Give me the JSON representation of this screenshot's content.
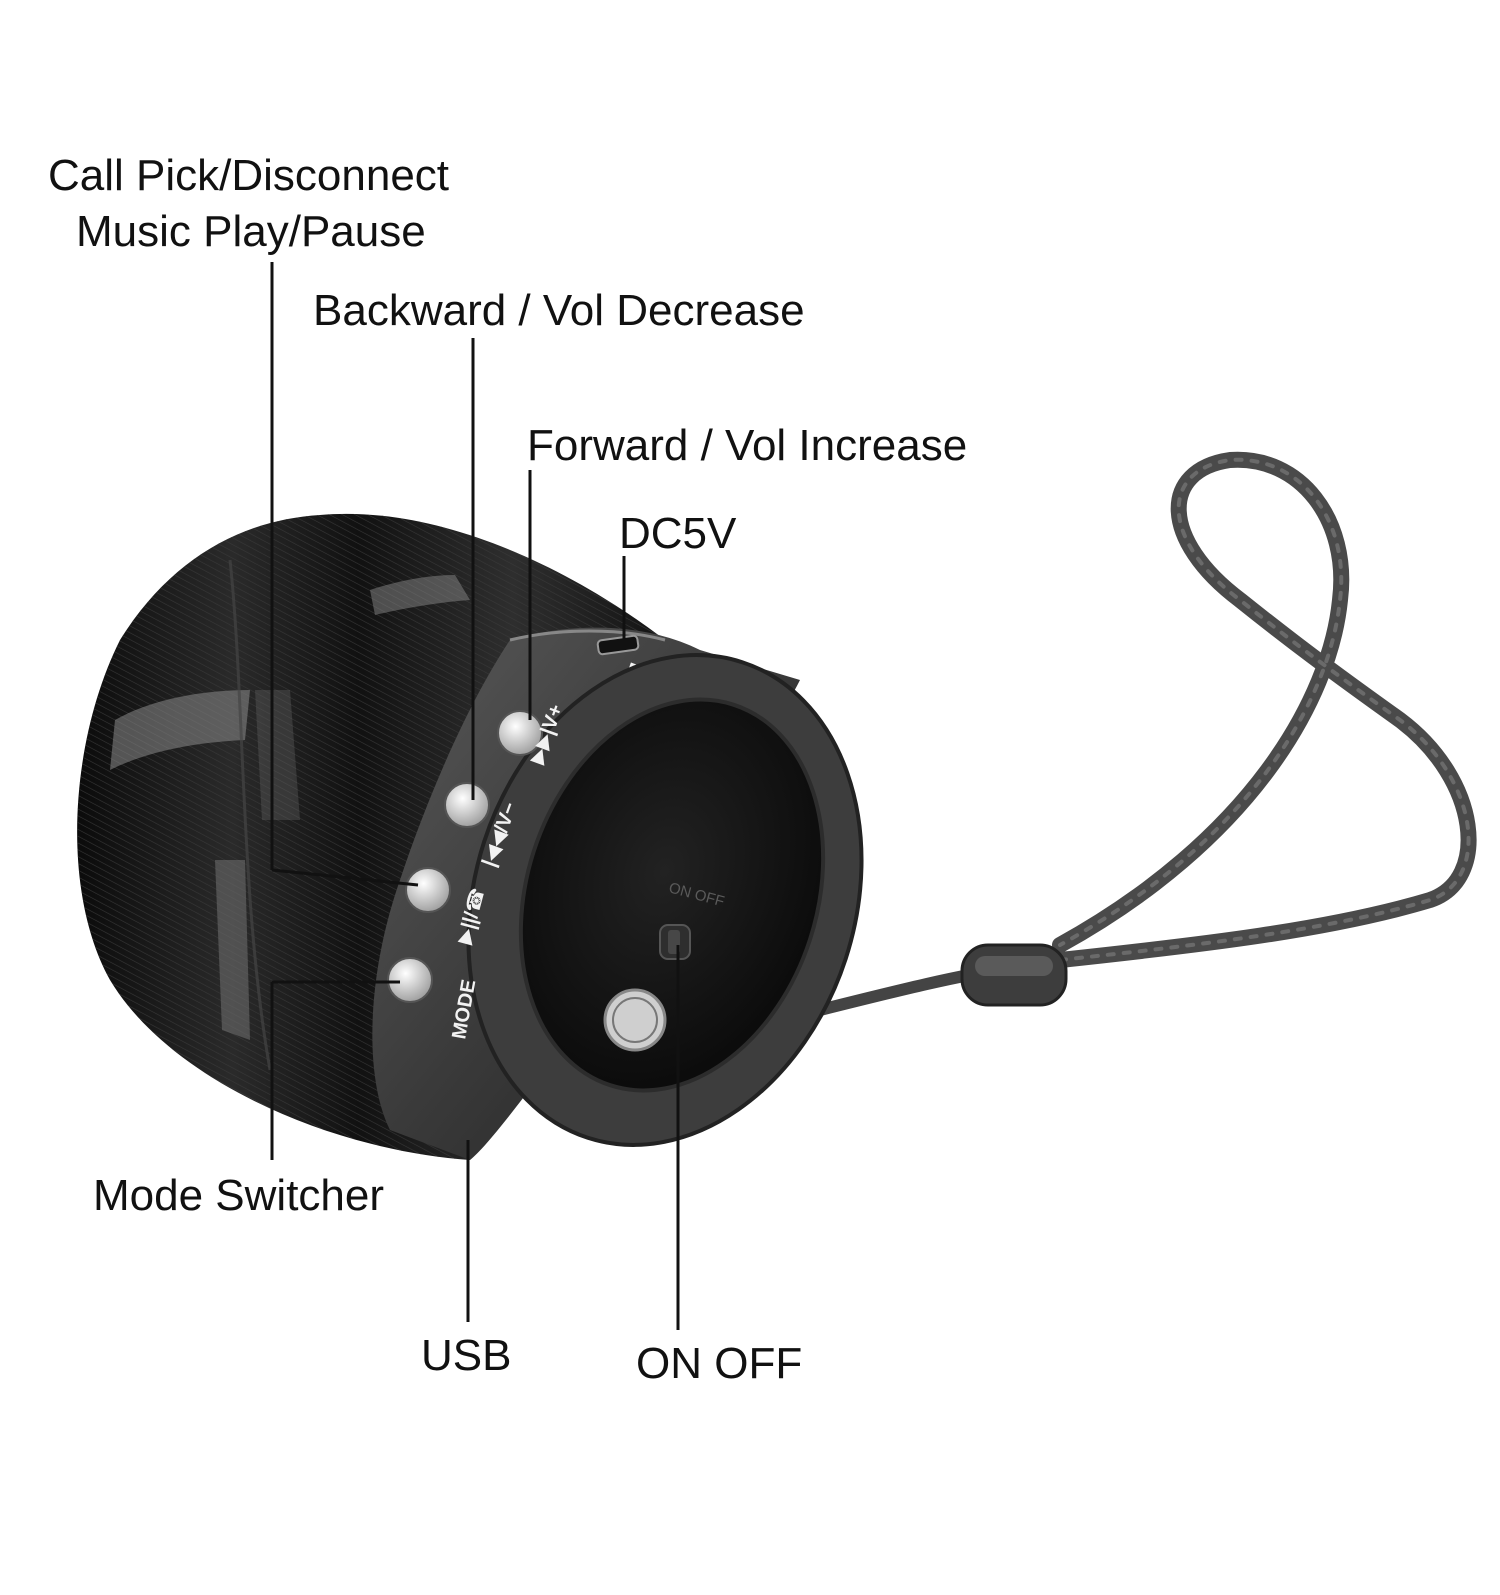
{
  "callouts": {
    "call_pick": "Call Pick/Disconnect",
    "music_play": "Music Play/Pause",
    "backward": "Backward / Vol Decrease",
    "forward": "Forward / Vol Increase",
    "dc5v": "DC5V",
    "mode_switcher": "Mode Switcher",
    "usb": "USB",
    "on_off": "ON OFF"
  },
  "device_markings": {
    "mode": "MODE",
    "dc_port": "DC5V",
    "on_off_switch": "ON OFF"
  },
  "colors": {
    "body": "#1a1a1a",
    "ring": "#3a3a3a",
    "strap": "#444444",
    "text": "#111111"
  }
}
